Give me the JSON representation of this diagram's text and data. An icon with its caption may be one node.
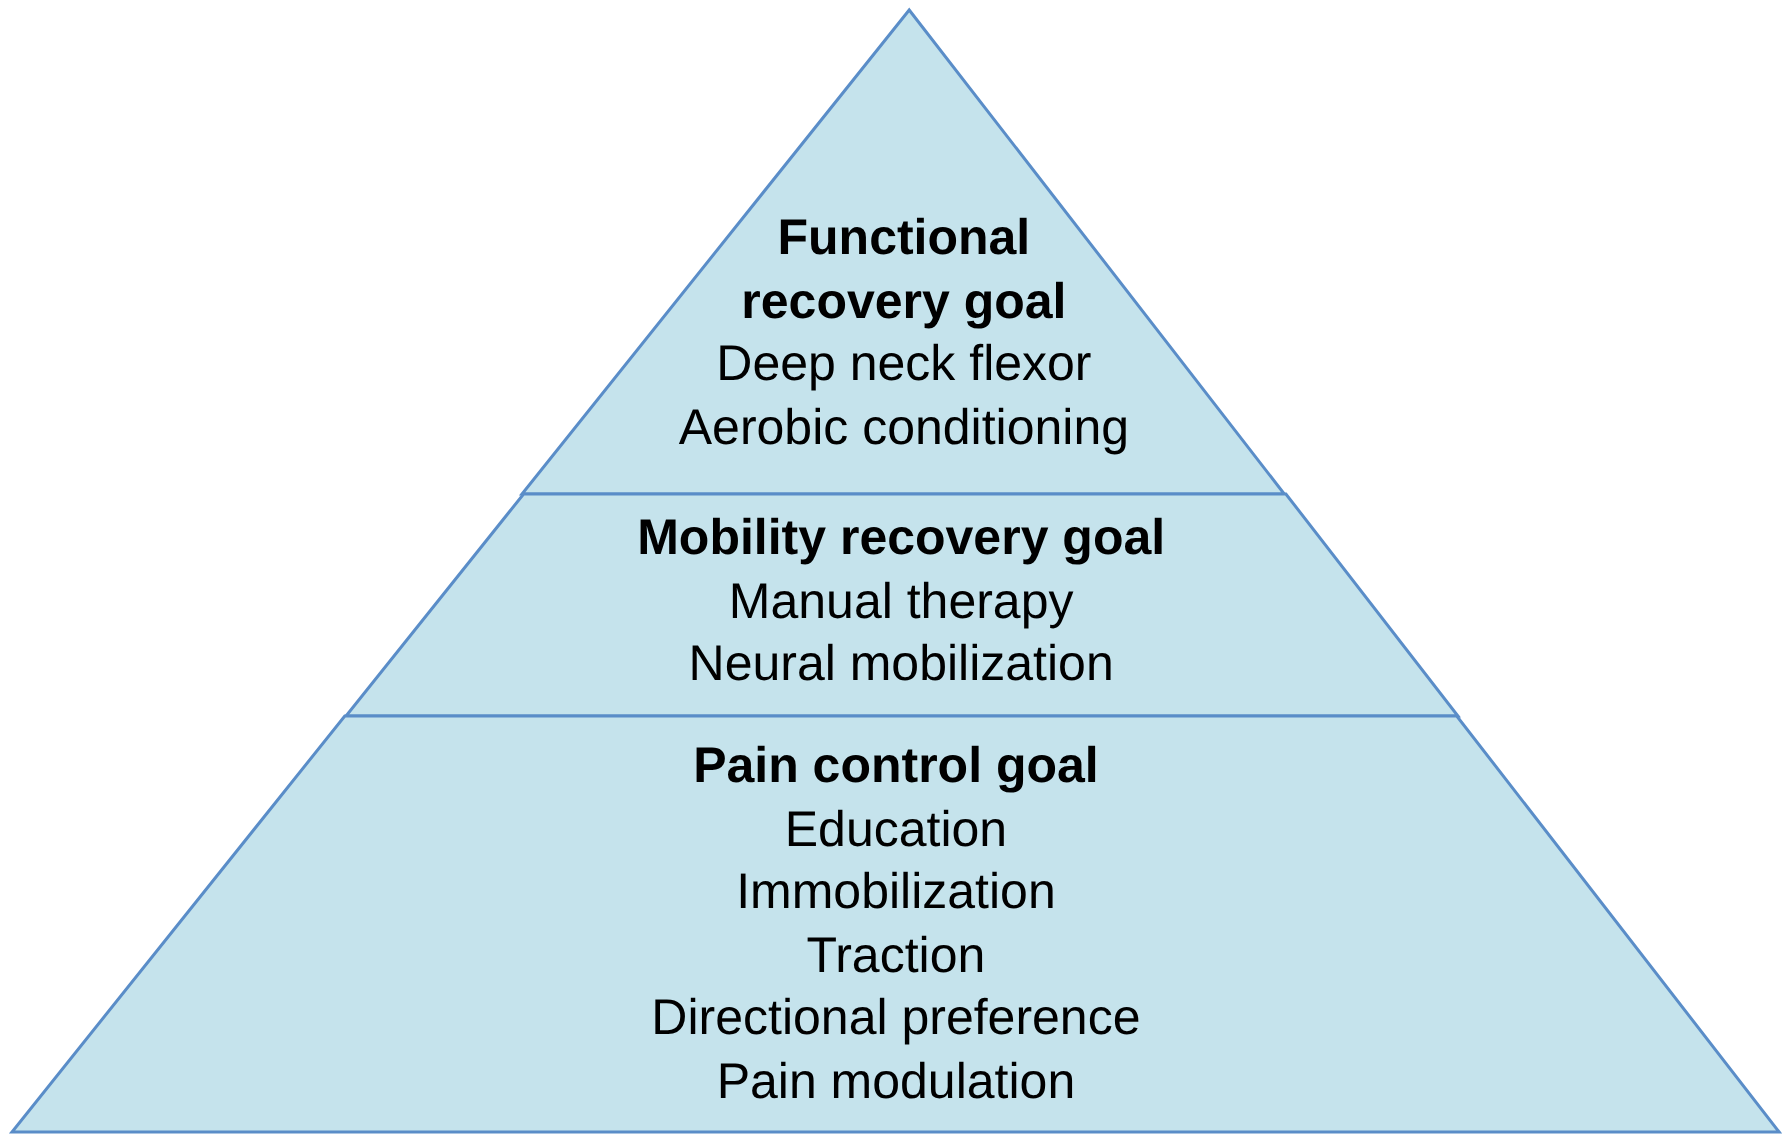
{
  "diagram": {
    "nodes": [
      {
        "text": [
          "Functional recovery goal",
          "Deep neck flexor",
          "Aerobic conditioning"
        ]
      },
      {
        "text": [
          "Mobility recovery goal",
          "Manual therapy",
          "Neural mobilization"
        ]
      },
      {
        "text": [
          "Pain control goal",
          "Education",
          "Immobilization",
          "Traction",
          "Directional preference",
          "Pain modulation"
        ]
      }
    ]
  }
}
